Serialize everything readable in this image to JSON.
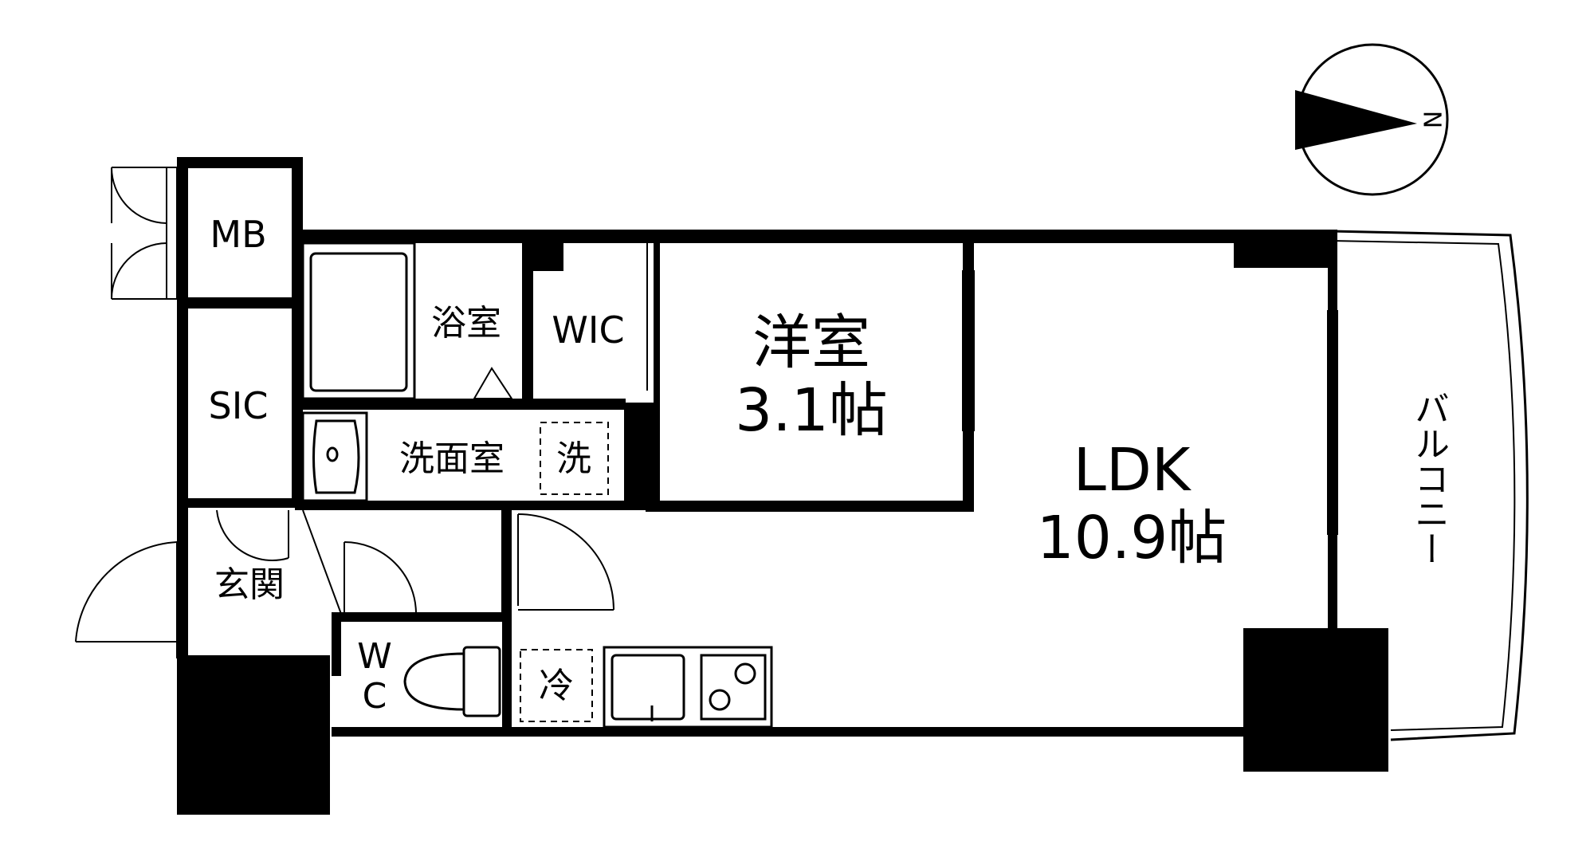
{
  "rooms": {
    "mb": "MB",
    "sic": "SIC",
    "bath": "浴室",
    "wic": "WIC",
    "western_room": "洋室",
    "western_room_size": "3.1帖",
    "washroom": "洗面室",
    "washer": "洗",
    "ldk": "LDK",
    "ldk_size": "10.9帖",
    "entrance": "玄関",
    "toilet_w": "W",
    "toilet_c": "C",
    "fridge": "冷",
    "balcony": "バルコニー"
  },
  "compass": {
    "north_label": "N"
  }
}
